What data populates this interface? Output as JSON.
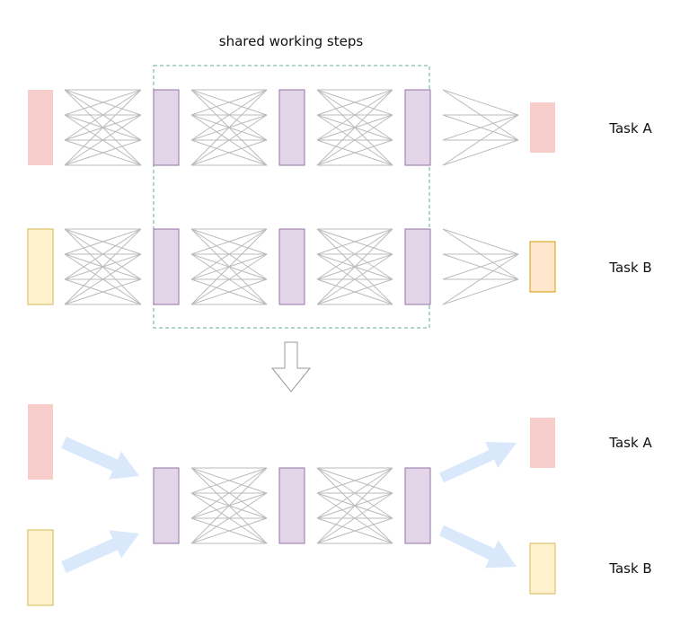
{
  "diagram": {
    "shared_label": "shared working steps",
    "top_task_a_label": "Task A",
    "top_task_b_label": "Task B",
    "bottom_task_a_label": "Task A",
    "bottom_task_b_label": "Task B"
  },
  "colors": {
    "task_a_fill": "#f8cecc",
    "task_b_fill": "#fff2cc",
    "task_b_stroke": "#d6b656",
    "task_b_output_fill": "#ffe6cc",
    "task_b_output_stroke": "#d79b00",
    "shared_fill": "#e1d5e7",
    "shared_stroke": "#9673a6",
    "connection_line": "#bbbbbb",
    "dashed_box": "#67ab9f",
    "flow_arrow": "#dae8fc",
    "down_arrow_stroke": "#999999"
  },
  "layers": {
    "shared_steps_count": 3,
    "nodes_per_layer": 4,
    "task_a_output_nodes": 2,
    "task_b_output_nodes": 2
  }
}
